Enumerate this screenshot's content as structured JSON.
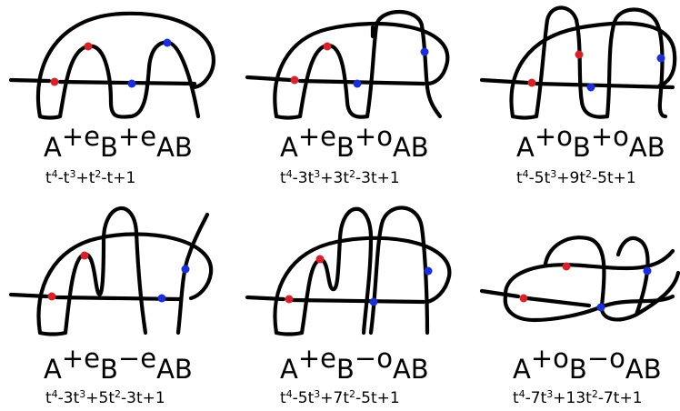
{
  "panels": [
    {
      "id": "p1",
      "formula": {
        "a": "A",
        "op1": "+",
        "s1": "e",
        "b": "B",
        "op2": "+",
        "s2": "e",
        "ab": "AB"
      },
      "poly": [
        {
          "t": "t",
          "e": "4"
        },
        {
          "t": "-t",
          "e": "3"
        },
        {
          "t": "+t",
          "e": "2"
        },
        {
          "t": "-t+1",
          "e": ""
        }
      ]
    },
    {
      "id": "p2",
      "formula": {
        "a": "A",
        "op1": "+",
        "s1": "e",
        "b": "B",
        "op2": "+",
        "s2": "o",
        "ab": "AB"
      },
      "poly": [
        {
          "t": "t",
          "e": "4"
        },
        {
          "t": "-3t",
          "e": "3"
        },
        {
          "t": "+3t",
          "e": "2"
        },
        {
          "t": "-3t+1",
          "e": ""
        }
      ]
    },
    {
      "id": "p3",
      "formula": {
        "a": "A",
        "op1": "+",
        "s1": "o",
        "b": "B",
        "op2": "+",
        "s2": "o",
        "ab": "AB"
      },
      "poly": [
        {
          "t": "t",
          "e": "4"
        },
        {
          "t": "-5t",
          "e": "3"
        },
        {
          "t": "+9t",
          "e": "2"
        },
        {
          "t": "-5t+1",
          "e": ""
        }
      ]
    },
    {
      "id": "p4",
      "formula": {
        "a": "A",
        "op1": "+",
        "s1": "e",
        "b": "B",
        "op2": "−",
        "s2": "e",
        "ab": "AB"
      },
      "poly": [
        {
          "t": "t",
          "e": "4"
        },
        {
          "t": "-3t",
          "e": "3"
        },
        {
          "t": "+5t",
          "e": "2"
        },
        {
          "t": "-3t+1",
          "e": ""
        }
      ]
    },
    {
      "id": "p5",
      "formula": {
        "a": "A",
        "op1": "+",
        "s1": "e",
        "b": "B",
        "op2": "−",
        "s2": "o",
        "ab": "AB"
      },
      "poly": [
        {
          "t": "t",
          "e": "4"
        },
        {
          "t": "-5t",
          "e": "3"
        },
        {
          "t": "+7t",
          "e": "2"
        },
        {
          "t": "-5t+1",
          "e": ""
        }
      ]
    },
    {
      "id": "p6",
      "formula": {
        "a": "A",
        "op1": "+",
        "s1": "o",
        "b": "B",
        "op2": "−",
        "s2": "o",
        "ab": "AB"
      },
      "poly": [
        {
          "t": "t",
          "e": "4"
        },
        {
          "t": "-7t",
          "e": "3"
        },
        {
          "t": "+13t",
          "e": "2"
        },
        {
          "t": "-7t+1",
          "e": ""
        }
      ]
    }
  ],
  "colors": {
    "red_marker": "#d4232a",
    "blue_marker": "#1c2fd6",
    "strand": "#000000"
  }
}
